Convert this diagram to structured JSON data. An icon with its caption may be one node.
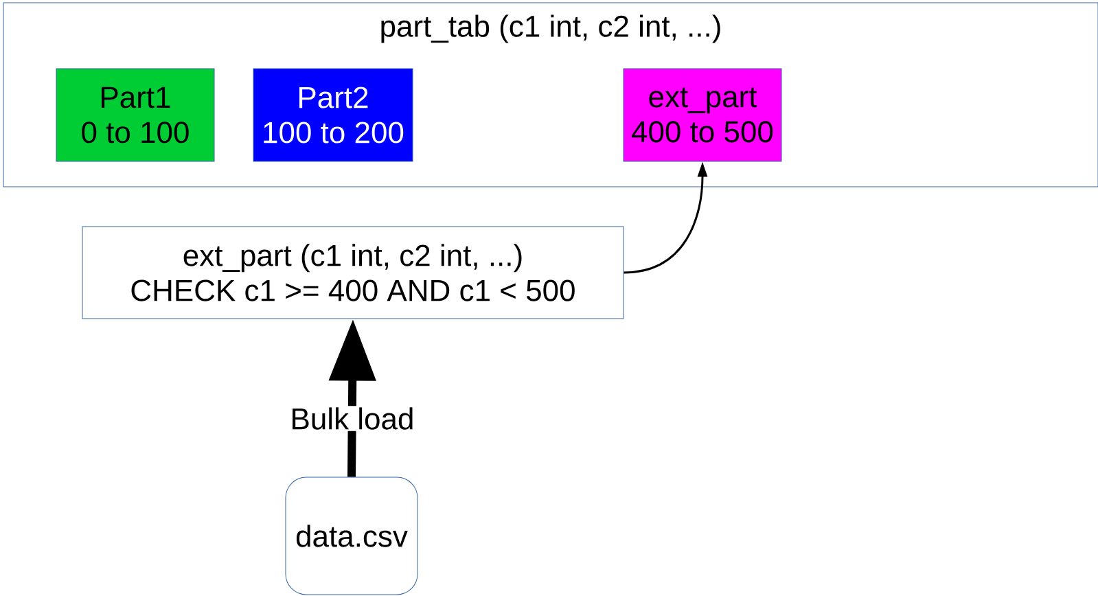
{
  "diagram": {
    "nodes": [
      {
        "text": [
          "part_tab (c1 int, c2 int, ...)"
        ]
      },
      {
        "text": [
          "Part1",
          "0 to 100"
        ],
        "in": 0
      },
      {
        "text": [
          "Part2",
          "100 to 200"
        ],
        "in": 0
      },
      {
        "text": [
          "ext_part",
          "400 to 500"
        ],
        "in": 0
      },
      {
        "text": [
          "ext_part (c1 int, c2 int, ...)",
          "CHECK c1 >= 400 AND c1 <  500"
        ]
      },
      {
        "text": [
          "data.csv"
        ]
      }
    ],
    "edges": [
      {
        "from": 5,
        "to": 4,
        "arrow": "to",
        "label": "Bulk load",
        "style": "thick"
      },
      {
        "from": 4,
        "to": 3,
        "arrow": "to"
      }
    ]
  }
}
